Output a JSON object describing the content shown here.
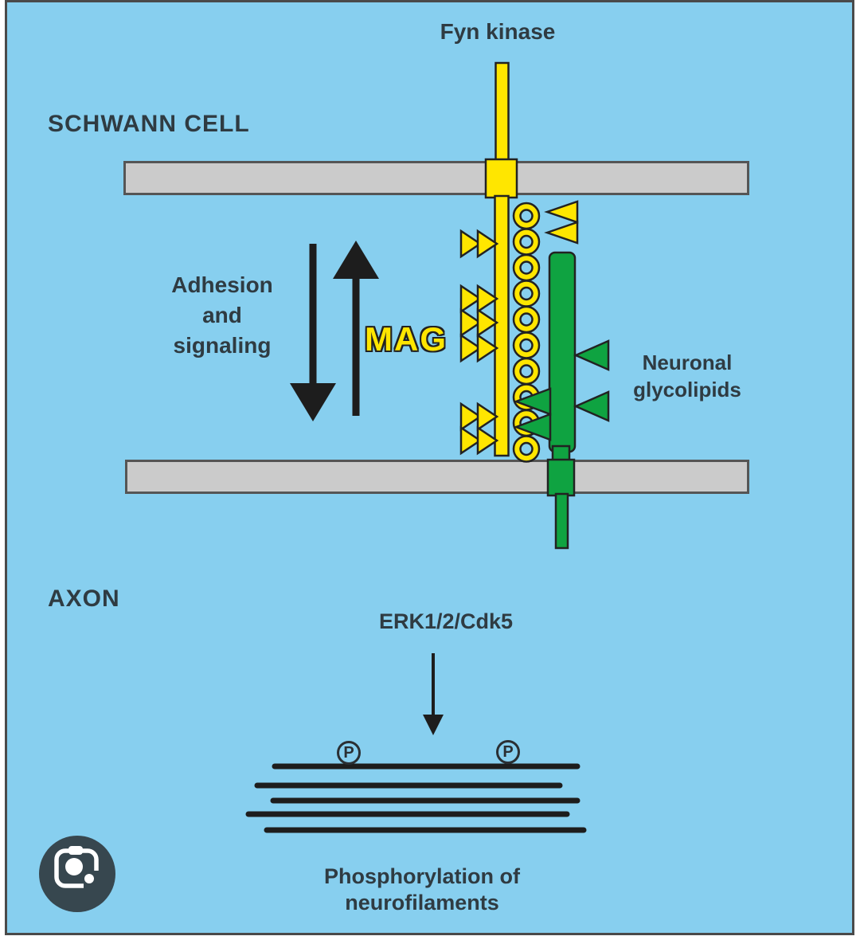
{
  "labels": {
    "fyn_kinase": "Fyn kinase",
    "schwann_cell": "SCHWANN CELL",
    "adhesion": [
      "Adhesion",
      "and",
      "signaling"
    ],
    "mag": "MAG",
    "neuronal_glycolipids": [
      "Neuronal",
      "glycolipids"
    ],
    "axon": "AXON",
    "kinases": "ERK1/2/Cdk5",
    "phosphorylation": [
      "Phosphorylation of",
      "neurofilaments"
    ],
    "phosphate": "P"
  },
  "icons": {
    "lens_button": "google-lens-camera-icon"
  },
  "colors": {
    "bg_blue": "#87CFEF",
    "mag_yellow": "#FFE600",
    "glycolipid_green": "#0FA341",
    "membrane_gray": "#CBCBCB",
    "membrane_border": "#555555",
    "outline_dark": "#222222",
    "outline_frame": "#4a4a4a",
    "arrow_black": "#1d1d1d",
    "text_dark": "#2F3B42",
    "lens_bg": "#37474F"
  }
}
